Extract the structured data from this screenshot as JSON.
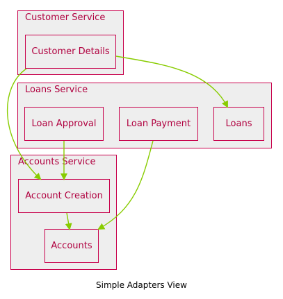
{
  "diagram": {
    "caption": "Simple Adapters View",
    "colors": {
      "border": "#c8004b",
      "text": "#b0003f",
      "fill": "#eeeeee",
      "edge": "#88cc00"
    },
    "groups": {
      "customer_service": {
        "title": "Customer Service",
        "nodes": {
          "customer_details": "Customer Details"
        }
      },
      "loans_service": {
        "title": "Loans Service",
        "nodes": {
          "loan_approval": "Loan Approval",
          "loan_payment": "Loan Payment",
          "loans": "Loans"
        }
      },
      "accounts_service": {
        "title": "Accounts Service",
        "nodes": {
          "account_creation": "Account Creation",
          "accounts": "Accounts"
        }
      }
    },
    "edges": [
      {
        "from": "Customer Details",
        "to": "Loans"
      },
      {
        "from": "Customer Details",
        "to": "Account Creation"
      },
      {
        "from": "Loan Approval",
        "to": "Account Creation"
      },
      {
        "from": "Loan Payment",
        "to": "Accounts"
      },
      {
        "from": "Account Creation",
        "to": "Accounts"
      }
    ]
  }
}
